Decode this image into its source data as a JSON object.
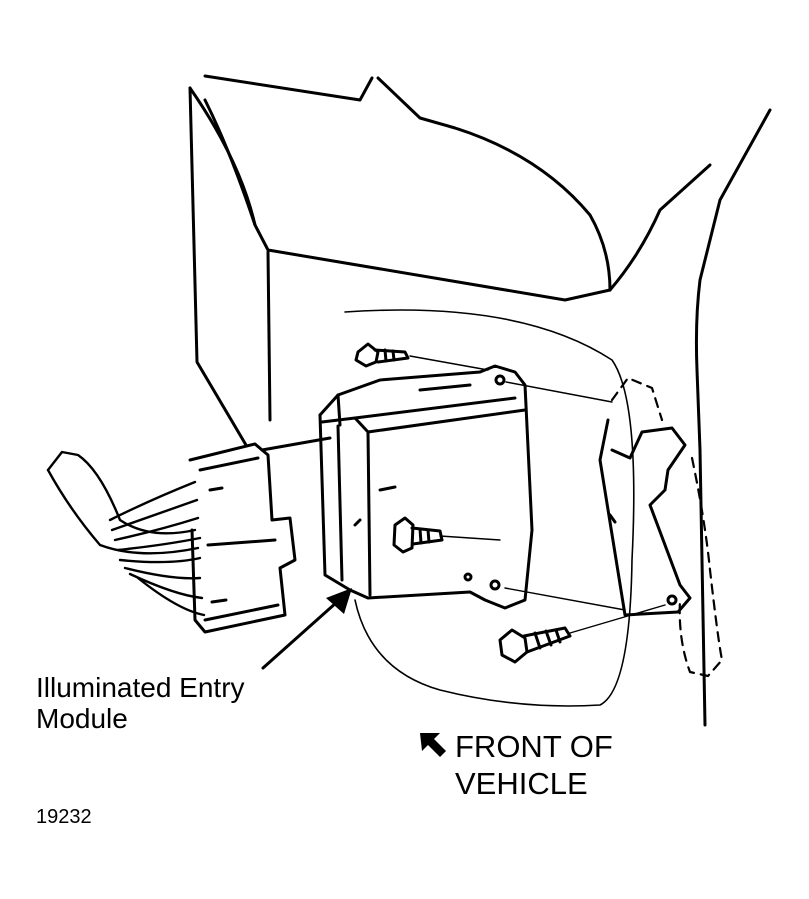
{
  "labels": {
    "module_line1": "Illuminated Entry",
    "module_line2": "Module",
    "front_line1": "FRONT OF",
    "front_line2": "VEHICLE",
    "figure_number": "19232"
  },
  "colors": {
    "ink": "#000000",
    "paper": "#ffffff"
  }
}
